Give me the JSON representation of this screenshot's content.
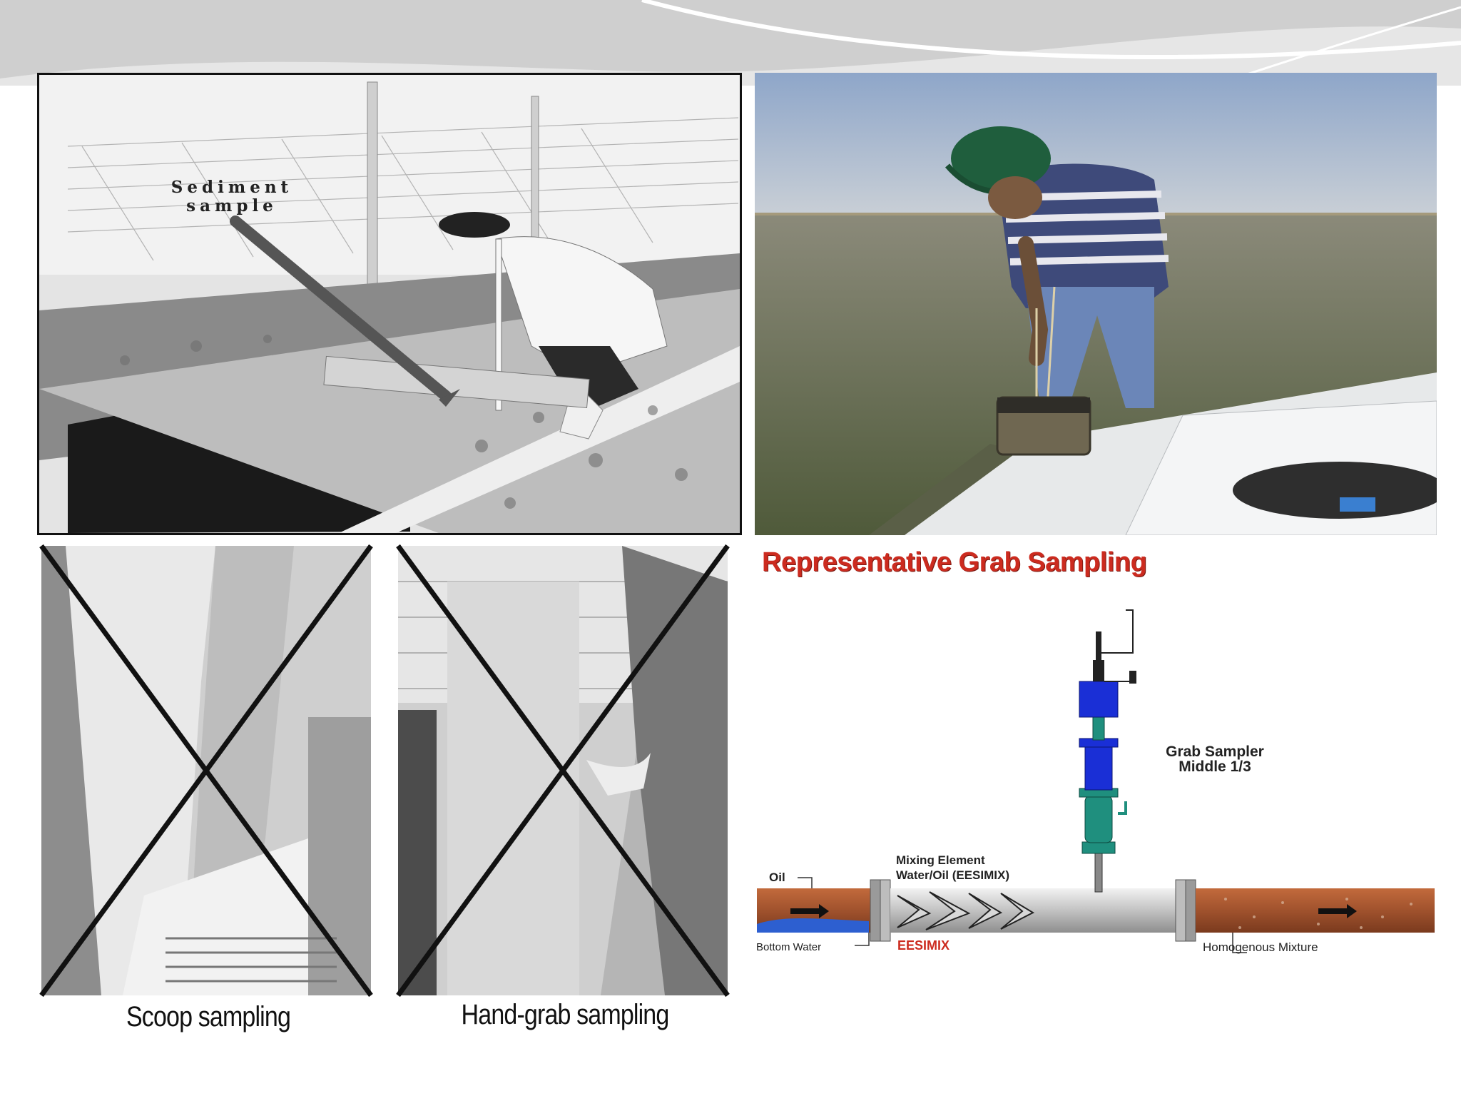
{
  "slide": {
    "photo1": {
      "annotation": "Sediment sample"
    },
    "photo3": {
      "caption_left": "Scoop sampling",
      "caption_right": "Hand-grab sampling"
    },
    "diagram": {
      "title": "Representative Grab Sampling",
      "grab_sampler_line1": "Grab Sampler",
      "grab_sampler_line2": "Middle 1/3",
      "mixing_line1": "Mixing Element",
      "mixing_line2": "Water/Oil (EESIMIX)",
      "oil": "Oil",
      "bottom_water": "Bottom Water",
      "eesimix": "EESIMIX",
      "homogenous": "Homogenous Mixture"
    }
  },
  "colors": {
    "title_red": "#cc2b1f",
    "oil_brown": "#a0522d",
    "sampler_blue": "#1a2fd6",
    "sampler_teal": "#1f8f7e",
    "water_blue": "#2d5fd0"
  }
}
